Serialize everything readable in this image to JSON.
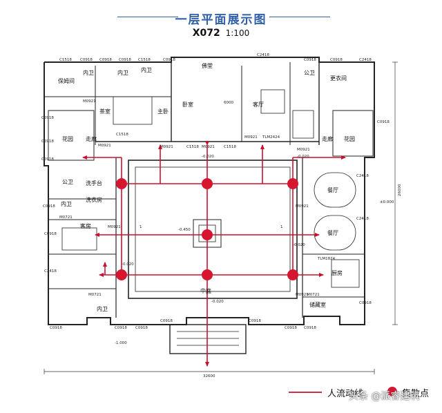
{
  "header": {
    "title": "一层平面展示图",
    "code": "X072",
    "scale": "1:100"
  },
  "rooms": {
    "r1": "保姆间",
    "r2": "内卫",
    "r3": "内卫",
    "r4": "内卫",
    "r5": "佛堂",
    "r6": "公卫",
    "r7": "更衣间",
    "r8": "卧室",
    "r9": "主卧",
    "r10": "客厅",
    "r11": "茶室",
    "r12": "花园",
    "r13": "走廊",
    "r14": "走廊",
    "r15": "花园",
    "r16": "公卫",
    "r17": "洗衣房",
    "r18": "内卫",
    "r19": "客房",
    "r20": "餐厅",
    "r21": "餐厅",
    "r22": "厨房",
    "r23": "内卫",
    "r24": "储藏室",
    "r25": "洗手台",
    "r26": "中庭"
  },
  "labels": {
    "c1": "C1518",
    "c2": "C0918",
    "c3": "C0918",
    "c4": "C0918",
    "c5": "C1518",
    "c6": "C2418",
    "c7": "C2418",
    "c8": "C0918",
    "c9": "C0918",
    "c10": "C0918",
    "c11": "C0918",
    "c12": "C0918",
    "c13": "C0918",
    "c14": "C1518",
    "c15": "C1518",
    "c16": "C1518",
    "c17": "C0918",
    "c18": "C2418",
    "c19": "C2418",
    "c20": "C0918",
    "c21": "C0918",
    "c22": "C2418",
    "c23": "C0918",
    "c24": "C0918",
    "c25": "C0918",
    "c26": "C0918",
    "c27": "C0918",
    "c28": "C0918",
    "c29": "C0918",
    "c30": "C0918",
    "m1": "M0921",
    "m2": "M0921",
    "m3": "M0921",
    "m4": "M0921",
    "m5": "M0721",
    "m6": "M0721",
    "m7": "M0921",
    "m8": "M0921",
    "m9": "TLM2424",
    "m10": "TLM1824",
    "m11": "M0921",
    "m12": "M0921",
    "m13": "M0921",
    "m14": "M0721",
    "e1": "-0.020",
    "e2": "-0.450",
    "e3": "-0.020",
    "e4": "-0.020",
    "e5": "-0.020",
    "e6": "-1.000",
    "e7": "-0.020",
    "d1": "26000",
    "d2": "32600",
    "d3": "6000",
    "d4": "±0.000",
    "s1": "1",
    "s2": "1",
    "s3": "1"
  },
  "legend": {
    "flow": "人流动线",
    "point": "集散点"
  },
  "watermark": "头条 @派睿建筑",
  "colors": {
    "flow": "#c8102e",
    "walls": "#222222",
    "brand": "#2f5fa8"
  }
}
